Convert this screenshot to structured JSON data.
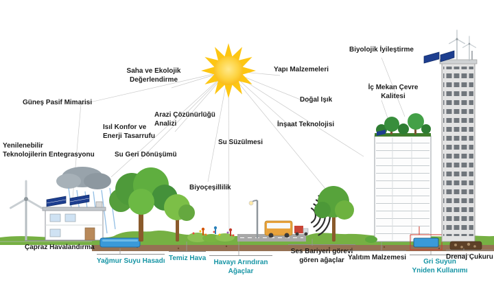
{
  "colors": {
    "teal_label": "#1795a5",
    "black_label": "#1c1c1c",
    "sun": "#fdc613",
    "grass": "#76b043",
    "soil": "#8a6240",
    "solar_panel": "#1d3e8f",
    "water": "#3a9ad9"
  },
  "labels": {
    "gunes_pasif_mimarisi": "Güneş Pasif Mimarisi",
    "yenilenebilir_entegrasyonu": "Yenilenebilir\nTeknolojilerin Entegrasyonu",
    "isil_konfor": "Isıl Konfor ve\nEnerji Tasarrufu",
    "su_geri_donusumu": "Su Geri Dönüşümü",
    "saha_ekolojik": "Saha ve Ekolojik\nDeğerlendirme",
    "arazi_cozunurlugu": "Arazi Çözünürlüğü\nAnalizi",
    "su_suzulmesi": "Su Süzülmesi",
    "biyocesitlilik": "Biyoçeşillilik",
    "yapi_malzemeleri": "Yapı Malzemeleri",
    "dogal_isik": "Doğal Işık",
    "insaat_teknolojisi": "İnşaat Teknolojisi",
    "biyolojik_iyilestirme": "Biyolojik İyileştirme",
    "ic_mekan_cevre": "İç Mekan Çevre\nKalitesi",
    "capraz_havalandirma": "Çapraz Havalandırma",
    "yagmur_suyu_hasadi": "Yağmur Suyu Hasadı",
    "temiz_hava": "Temiz Hava",
    "havayi_arindiran": "Havayı Arındıran\nAğaçlar",
    "ses_bariyeri": "Ses Bariyeri görevi\ngören ağaçlar",
    "yalitim_malzemesi": "Yalıtım Malzemesi",
    "gri_suyun": "Gri Suyun\nYniden Kullanımı",
    "drenaj_cukuru": "Drenaj Çukuru"
  }
}
